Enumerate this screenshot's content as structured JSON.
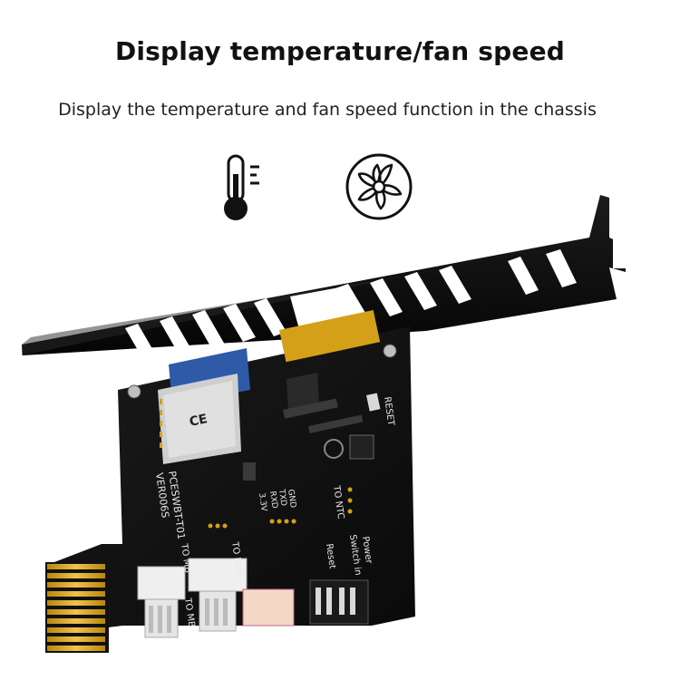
{
  "heading": {
    "title": "Display temperature/fan speed",
    "subtitle": "Display the temperature and fan speed function in the chassis"
  },
  "icons": {
    "temperature": "thermometer-icon",
    "fan": "fan-icon"
  },
  "board": {
    "model_line1": "PCESWBT-T01",
    "model_line2": "VER006S",
    "reset_label": "RESET",
    "to_ntc_label": "TO NTC",
    "to_fan_label": "TO FAN",
    "to_mb_label": "TO MB",
    "to_mb_label_2": "TO MB",
    "power_label": "Power",
    "switch_in_label": "Switch in",
    "reset_pin_label": "Reset",
    "gnd_label": "GND",
    "txd_label": "TXD",
    "rxd_label": "RXD",
    "v33_label": "3.3V",
    "ce_mark": "CE"
  },
  "colors": {
    "pcb": "#141414",
    "bracket": "#0d0d0d",
    "module": "#2e5aa8",
    "gold": "#d4a017",
    "connector": "#efefef"
  }
}
